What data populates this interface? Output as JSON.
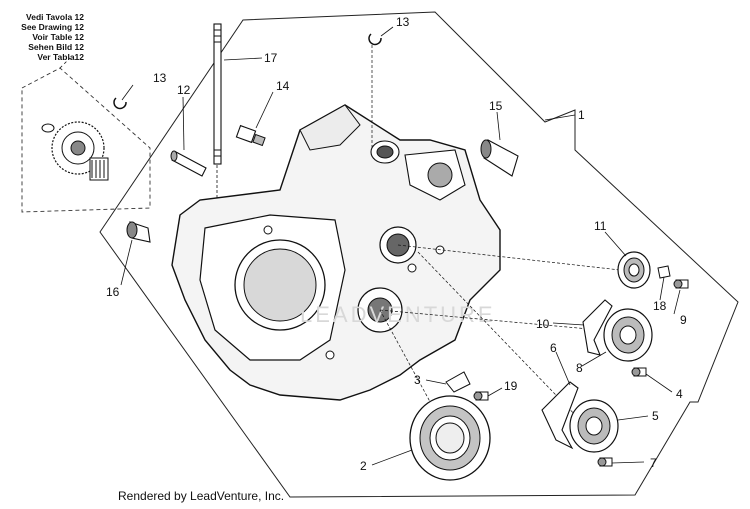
{
  "reference_box": {
    "lines": [
      "Vedi Tavola 12",
      "See Drawing 12",
      "Voir Table 12",
      "Sehen Bild 12",
      "Ver Tabla12"
    ]
  },
  "callouts": [
    "1",
    "2",
    "3",
    "4",
    "5",
    "6",
    "7",
    "8",
    "9",
    "10",
    "11",
    "12",
    "13",
    "13",
    "14",
    "15",
    "16",
    "17",
    "18",
    "19"
  ],
  "footer": "Rendered by LeadVenture, Inc.",
  "watermark": "LEADVENTURE"
}
